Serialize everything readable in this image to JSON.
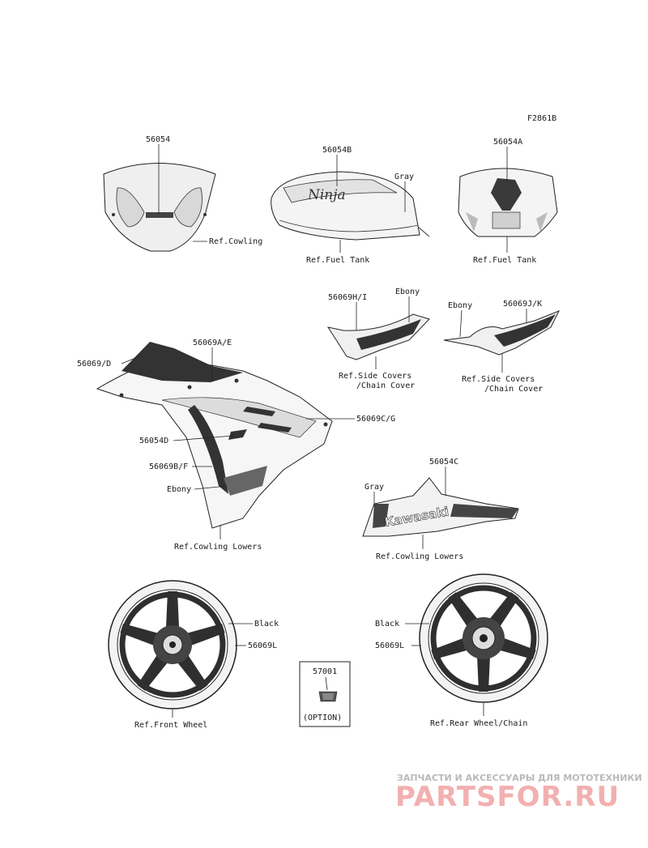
{
  "figure_code": "F2861B",
  "labels": {
    "windshield_part": "56054",
    "windshield_ref": "Ref.Cowling",
    "tank_part": "56054B",
    "tank_color": "Gray",
    "tank_ref": "Ref.Fuel Tank",
    "tank_cover_part": "56054A",
    "tank_cover_ref": "Ref.Fuel Tank",
    "side_cover_left_part": "56069H/I",
    "side_cover_left_color": "Ebony",
    "side_cover_left_ref_1": "Ref.Side Covers",
    "side_cover_left_ref_2": "/Chain Cover",
    "side_cover_right_color": "Ebony",
    "side_cover_right_part": "56069J/K",
    "side_cover_right_ref_1": "Ref.Side Covers",
    "side_cover_right_ref_2": "/Chain Cover",
    "cowl_d": "56069/D",
    "cowl_ae": "56069A/E",
    "cowl_cg": "56069C/G",
    "cowl_d_logo": "56054D",
    "cowl_bf": "56069B/F",
    "cowl_color": "Ebony",
    "cowl_ref": "Ref.Cowling Lowers",
    "lower_color": "Gray",
    "lower_part": "56054C",
    "lower_ref": "Ref.Cowling Lowers",
    "front_wheel_color": "Black",
    "front_wheel_part": "56069L",
    "front_wheel_ref": "Ref.Front Wheel",
    "option_part": "57001",
    "option_note": "(OPTION)",
    "rear_wheel_color": "Black",
    "rear_wheel_part": "56069L",
    "rear_wheel_ref": "Ref.Rear Wheel/Chain"
  },
  "decal_text": {
    "tank_logo": "Ninja",
    "lower_logo": "Kawasaki"
  },
  "watermark": {
    "tagline": "ЗАПЧАСТИ И АКСЕССУАРЫ ДЛЯ МОТОТЕХНИКИ",
    "brand": "PARTSFOR.RU"
  },
  "colors": {
    "line": "#222222",
    "decal_dark": "#3a3a3a",
    "watermark_red": "#f2b0b0"
  }
}
